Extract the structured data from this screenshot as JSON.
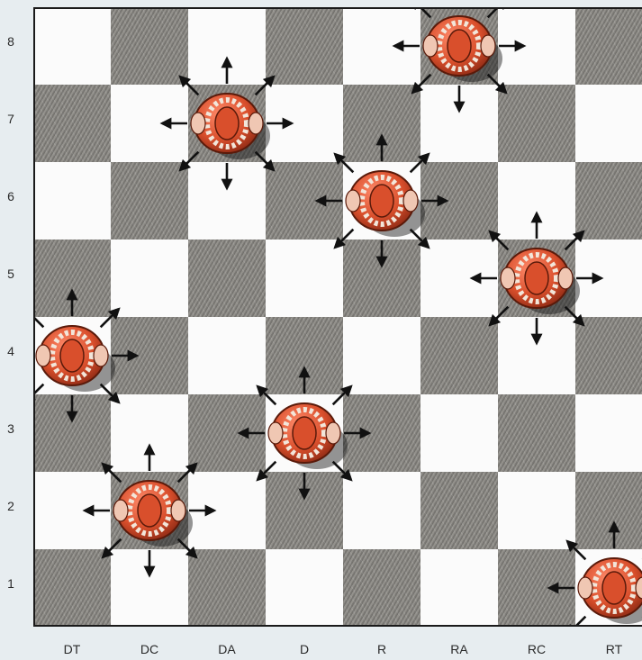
{
  "board": {
    "ranks": [
      "8",
      "7",
      "6",
      "5",
      "4",
      "3",
      "2",
      "1"
    ],
    "files": [
      "DT",
      "DC",
      "DA",
      "D",
      "R",
      "RA",
      "RC",
      "RT"
    ],
    "light_color": "#fbfbfb",
    "dark_color": "#8d8b86",
    "piece_color": "#d94f2c"
  },
  "pieces": [
    {
      "id": "p-ra8",
      "file": 5,
      "rank": 8
    },
    {
      "id": "p-da7",
      "file": 2,
      "rank": 7
    },
    {
      "id": "p-r6",
      "file": 4,
      "rank": 6
    },
    {
      "id": "p-rc5",
      "file": 6,
      "rank": 5
    },
    {
      "id": "p-dt4",
      "file": 0,
      "rank": 4
    },
    {
      "id": "p-d3",
      "file": 3,
      "rank": 3
    },
    {
      "id": "p-dc2",
      "file": 1,
      "rank": 2
    },
    {
      "id": "p-rt1",
      "file": 7,
      "rank": 1
    }
  ],
  "move_arrows": [
    "W",
    "E",
    "NW",
    "N",
    "NE",
    "SW",
    "S",
    "SE"
  ]
}
